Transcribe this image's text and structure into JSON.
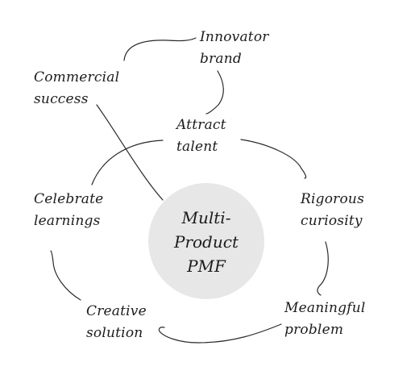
{
  "diagram": {
    "center_label": "Multi-\nProduct\nPMF",
    "nodes": [
      {
        "id": "innovator-brand",
        "label": "Innovator\nbrand"
      },
      {
        "id": "commercial-success",
        "label": "Commercial\nsuccess"
      },
      {
        "id": "attract-talent",
        "label": "Attract\ntalent"
      },
      {
        "id": "rigorous-curiosity",
        "label": "Rigorous\ncuriosity"
      },
      {
        "id": "celebrate-learnings",
        "label": "Celebrate\nlearnings"
      },
      {
        "id": "meaningful-problem",
        "label": "Meaningful\nproblem"
      },
      {
        "id": "creative-solution",
        "label": "Creative\nsolution"
      }
    ],
    "colors": {
      "stroke": "#2a2a2a",
      "text": "#1c1c1c",
      "center_fill": "#e7e7e7"
    }
  }
}
